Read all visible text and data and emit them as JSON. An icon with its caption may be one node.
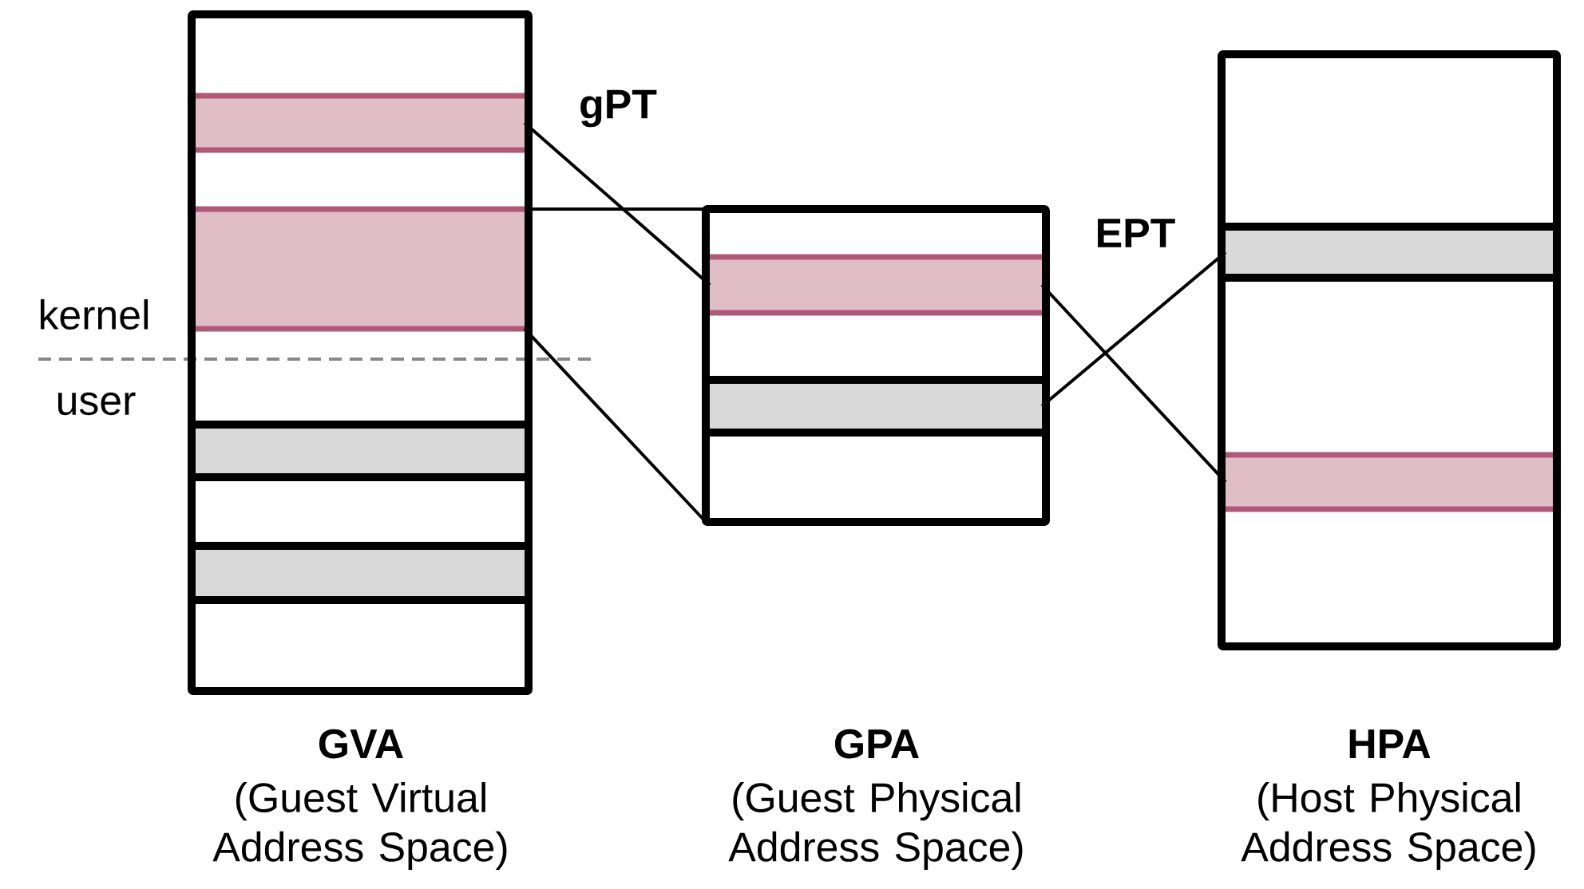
{
  "diagram": {
    "nodes": [
      {
        "text": [
          "GVA",
          "(Guest Virtual Address Space)"
        ]
      },
      {
        "text": [],
        "shape": "bar",
        "in": 0
      },
      {
        "text": [],
        "shape": "bar",
        "in": 0
      },
      {
        "text": [],
        "shape": "bar",
        "in": 0
      },
      {
        "text": [],
        "shape": "bar",
        "in": 0
      },
      {
        "text": [],
        "shape": "box",
        "beside": [
          "GPA",
          "(Guest Physical Address Space)"
        ]
      },
      {
        "text": [],
        "shape": "bar",
        "in": 5
      },
      {
        "text": [],
        "shape": "bar",
        "in": 5
      },
      {
        "text": [
          "HPA",
          "(Host Physical Address Space)"
        ]
      },
      {
        "text": [],
        "shape": "bar",
        "in": 8
      },
      {
        "text": [],
        "shape": "bar",
        "in": 8
      }
    ],
    "edges": [
      {
        "from": 1,
        "to": 6,
        "arrow": "none"
      },
      {
        "from": 2,
        "to": 5,
        "arrow": "none"
      },
      {
        "from": 2,
        "to": 5,
        "arrow": "none"
      },
      {
        "from": 6,
        "to": 10,
        "arrow": "none"
      },
      {
        "from": 7,
        "to": 9,
        "arrow": "none"
      }
    ],
    "labels": [
      "gPT",
      "EPT",
      "kernel",
      "user"
    ]
  }
}
